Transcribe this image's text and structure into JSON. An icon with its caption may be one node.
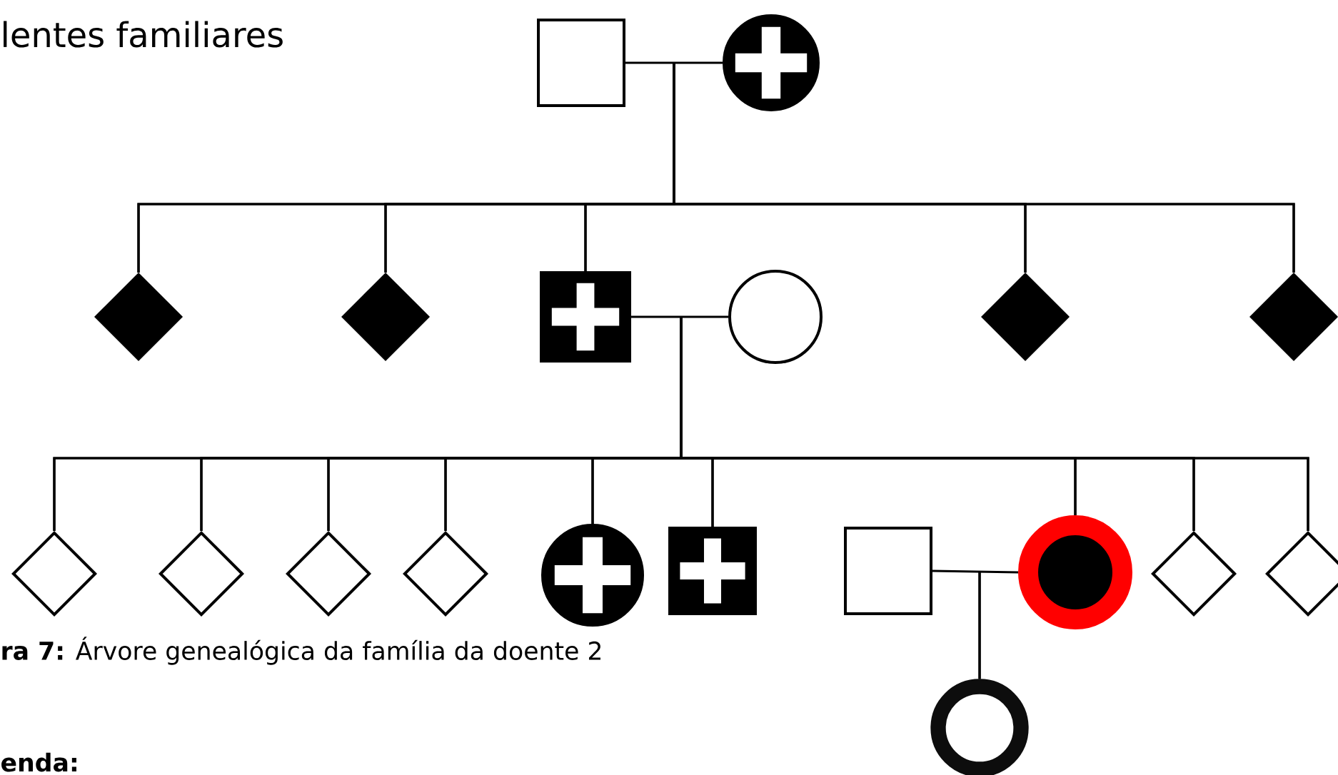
{
  "diagram": {
    "caption": "**ra 7:** Árvore genealógica da família da doente 2",
    "nodes": [
      {
        "text": [],
        "shape": "box"
      },
      {
        "text": [],
        "shape": "circle"
      },
      {
        "text": [],
        "shape": "diamond"
      },
      {
        "text": [],
        "shape": "diamond"
      },
      {
        "text": [],
        "shape": "box"
      },
      {
        "text": [],
        "shape": "circle"
      },
      {
        "text": [],
        "shape": "diamond"
      },
      {
        "text": [],
        "shape": "diamond"
      },
      {
        "text": [],
        "shape": "diamond"
      },
      {
        "text": [],
        "shape": "diamond"
      },
      {
        "text": [],
        "shape": "diamond"
      },
      {
        "text": [],
        "shape": "diamond"
      },
      {
        "text": [],
        "shape": "circle"
      },
      {
        "text": [],
        "shape": "box"
      },
      {
        "text": [],
        "shape": "box"
      },
      {
        "text": [],
        "shape": "circle"
      },
      {
        "text": [],
        "shape": "diamond"
      },
      {
        "text": [],
        "shape": "diamond"
      },
      {
        "text": [],
        "shape": "circle"
      }
    ],
    "edges": [
      {
        "from": 0,
        "to": 1,
        "arrow": "none"
      },
      {
        "from": 0,
        "to": 2,
        "arrow": "none"
      },
      {
        "from": 0,
        "to": 3,
        "arrow": "none"
      },
      {
        "from": 0,
        "to": 4,
        "arrow": "none"
      },
      {
        "from": 0,
        "to": 6,
        "arrow": "none"
      },
      {
        "from": 0,
        "to": 7,
        "arrow": "none"
      },
      {
        "from": 1,
        "to": 2,
        "arrow": "none"
      },
      {
        "from": 1,
        "to": 3,
        "arrow": "none"
      },
      {
        "from": 1,
        "to": 4,
        "arrow": "none"
      },
      {
        "from": 1,
        "to": 6,
        "arrow": "none"
      },
      {
        "from": 1,
        "to": 7,
        "arrow": "none"
      },
      {
        "from": 4,
        "to": 5,
        "arrow": "none"
      },
      {
        "from": 4,
        "to": 8,
        "arrow": "none"
      },
      {
        "from": 4,
        "to": 9,
        "arrow": "none"
      },
      {
        "from": 4,
        "to": 10,
        "arrow": "none"
      },
      {
        "from": 4,
        "to": 11,
        "arrow": "none"
      },
      {
        "from": 4,
        "to": 12,
        "arrow": "none"
      },
      {
        "from": 4,
        "to": 13,
        "arrow": "none"
      },
      {
        "from": 4,
        "to": 15,
        "arrow": "none"
      },
      {
        "from": 4,
        "to": 16,
        "arrow": "none"
      },
      {
        "from": 4,
        "to": 17,
        "arrow": "none"
      },
      {
        "from": 5,
        "to": 8,
        "arrow": "none"
      },
      {
        "from": 5,
        "to": 9,
        "arrow": "none"
      },
      {
        "from": 5,
        "to": 10,
        "arrow": "none"
      },
      {
        "from": 5,
        "to": 11,
        "arrow": "none"
      },
      {
        "from": 5,
        "to": 12,
        "arrow": "none"
      },
      {
        "from": 5,
        "to": 13,
        "arrow": "none"
      },
      {
        "from": 5,
        "to": 15,
        "arrow": "none"
      },
      {
        "from": 5,
        "to": 16,
        "arrow": "none"
      },
      {
        "from": 5,
        "to": 17,
        "arrow": "none"
      },
      {
        "from": 14,
        "to": 15,
        "arrow": "none"
      },
      {
        "from": 14,
        "to": 18,
        "arrow": "none"
      },
      {
        "from": 15,
        "to": 18,
        "arrow": "none"
      }
    ],
    "labels": [
      "lentes familiares",
      "enda:"
    ]
  }
}
